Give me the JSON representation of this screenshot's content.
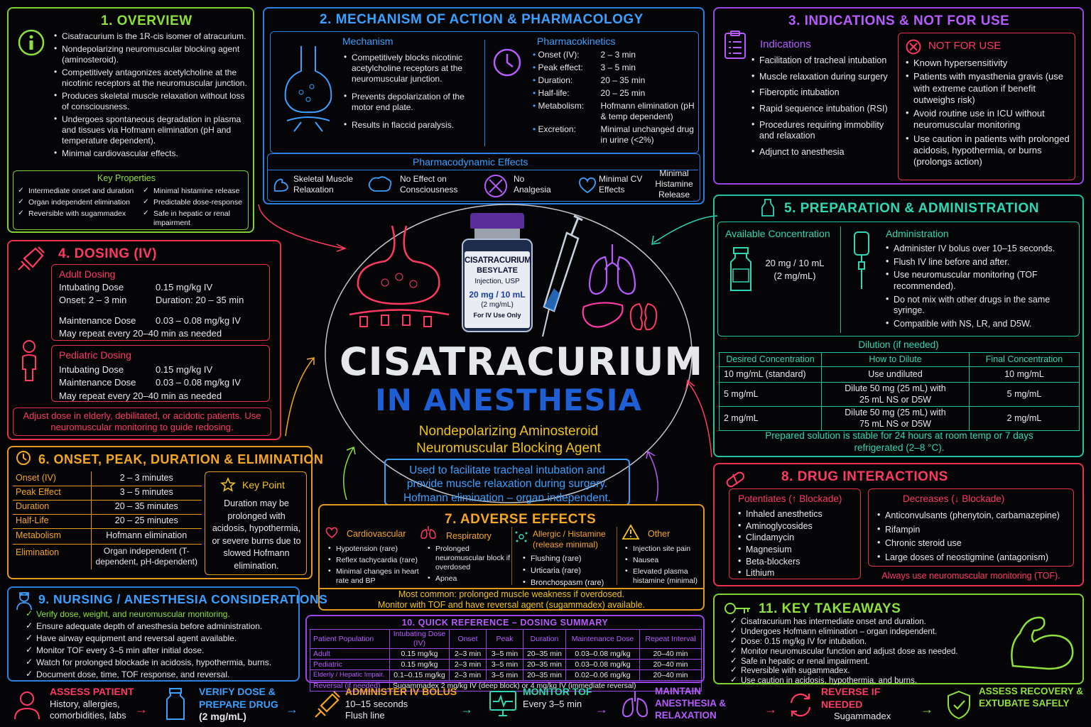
{
  "overview": {
    "title": "1. OVERVIEW",
    "items": [
      "Cisatracurium is the 1R-cis isomer of atracurium.",
      "Nondepolarizing neuromuscular blocking agent (aminosteroid).",
      "Competitively antagonizes acetylcholine at the nicotinic receptors at the neuromuscular junction.",
      "Produces skeletal muscle relaxation without loss of consciousness.",
      "Undergoes spontaneous degradation in plasma and tissues via Hofmann elimination (pH and temperature dependent).",
      "Minimal cardiovascular effects."
    ],
    "key_title": "Key Properties",
    "key_left": [
      "Intermediate onset and duration",
      "Organ independent elimination",
      "Reversible with sugammadex"
    ],
    "key_right": [
      "Minimal histamine release",
      "Predictable dose-response",
      "Safe in hepatic or renal impairment"
    ]
  },
  "mechanism": {
    "title": "2. MECHANISM OF ACTION & PHARMACOLOGY",
    "mech_title": "Mechanism",
    "mech_items": [
      "Competitively blocks nicotinic acetylcholine receptors at the neuromuscular junction.",
      "Prevents depolarization of the motor end plate.",
      "Results in flaccid paralysis."
    ],
    "pk_title": "Pharmacokinetics",
    "pk": [
      {
        "k": "Onset (IV):",
        "v": "2 – 3 min"
      },
      {
        "k": "Peak effect:",
        "v": "3 – 5 min"
      },
      {
        "k": "Duration:",
        "v": "20 – 35 min"
      },
      {
        "k": "Half-life:",
        "v": "20 – 25 min"
      },
      {
        "k": "Metabolism:",
        "v": "Hofmann elimination (pH & temp dependent)"
      },
      {
        "k": "Excretion:",
        "v": "Minimal unchanged drug in urine (<2%)"
      }
    ],
    "pd_title": "Pharmacodynamic Effects",
    "pd": [
      "Skeletal Muscle Relaxation",
      "No Effect on Consciousness",
      "No Analgesia",
      "Minimal CV Effects",
      "Minimal Histamine Release"
    ]
  },
  "indications": {
    "title": "3. INDICATIONS & NOT FOR USE",
    "ind_title": "Indications",
    "ind": [
      "Facilitation of tracheal intubation",
      "Muscle relaxation during surgery",
      "Fiberoptic intubation",
      "Rapid sequence intubation (RSI)",
      "Procedures requiring immobility and relaxation",
      "Adjunct to anesthesia"
    ],
    "nfu_title": "NOT FOR USE",
    "nfu": [
      "Known hypersensitivity",
      "Patients with myasthenia gravis (use with extreme caution if benefit outweighs risk)",
      "Avoid routine use in ICU without neuromuscular monitoring",
      "Use caution in patients with prolonged acidosis, hypothermia, or burns (prolongs action)"
    ]
  },
  "dosing": {
    "title": "4. DOSING (IV)",
    "adult_title": "Adult Dosing",
    "adult": [
      {
        "k": "Intubating Dose",
        "v": "0.15 mg/kg IV"
      },
      {
        "k": "Onset: 2 – 3 min",
        "v": "Duration: 20 – 35 min"
      },
      {
        "k": "Maintenance Dose",
        "v": "0.03 – 0.08 mg/kg IV"
      }
    ],
    "adult_note": "May repeat every 20–40 min as needed",
    "ped_title": "Pediatric Dosing",
    "ped": [
      {
        "k": "Intubating Dose",
        "v": "0.15 mg/kg IV"
      },
      {
        "k": "Maintenance Dose",
        "v": "0.03 – 0.08 mg/kg IV"
      }
    ],
    "ped_note": "May repeat every 20–40 min as needed",
    "warn": "Adjust dose in elderly, debilitated, or acidotic patients. Use neuromuscular monitoring to guide redosing."
  },
  "onset": {
    "title": "6. ONSET, PEAK, DURATION & ELIMINATION",
    "rows": [
      {
        "k": "Onset (IV)",
        "v": "2 – 3 minutes"
      },
      {
        "k": "Peak Effect",
        "v": "3 – 5 minutes"
      },
      {
        "k": "Duration",
        "v": "20 – 35 minutes"
      },
      {
        "k": "Half-Life",
        "v": "20 – 25 minutes"
      },
      {
        "k": "Metabolism",
        "v": "Hofmann elimination"
      },
      {
        "k": "Elimination",
        "v": "Organ independent (T-dependent, pH-dependent)"
      }
    ],
    "kp_title": "Key Point",
    "kp_text": "Duration may be prolonged with acidosis, hypothermia, or severe burns due to slowed Hofmann elimination."
  },
  "center": {
    "vial_name": "CISATRACURIUM",
    "vial_sub": "BESYLATE",
    "vial_inj": "Injection, USP",
    "vial_conc": "20 mg / 10 mL",
    "vial_conc2": "(2 mg/mL)",
    "vial_iv": "For IV Use Only",
    "title1": "CISATRACURIUM",
    "title2": "IN ANESTHESIA",
    "subtitle1": "Nondepolarizing Aminosteroid",
    "subtitle2": "Neuromuscular Blocking Agent",
    "box": "Used to facilitate tracheal intubation and provide muscle relaxation during surgery. Hofmann elimination – organ independent."
  },
  "prep": {
    "title": "5. PREPARATION & ADMINISTRATION",
    "avail_title": "Available Concentration",
    "avail_1": "20 mg / 10 mL",
    "avail_2": "(2 mg/mL)",
    "admin_title": "Administration",
    "admin": [
      "Administer IV bolus over 10–15 seconds.",
      "Flush IV line before and after.",
      "Use neuromuscular monitoring (TOF recommended).",
      "Do not mix with other drugs in the same syringe.",
      "Compatible with NS, LR, and D5W."
    ],
    "dil_title": "Dilution (if needed)",
    "dil_headers": [
      "Desired Concentration",
      "How to Dilute",
      "Final Concentration"
    ],
    "dil_rows": [
      [
        "10 mg/mL (standard)",
        "Use undiluted",
        "10 mg/mL"
      ],
      [
        "5 mg/mL",
        "Dilute 50 mg (25 mL) with 25 mL NS or D5W",
        "5 mg/mL"
      ],
      [
        "2 mg/mL",
        "Dilute 50 mg (25 mL) with 75 mL NS or D5W",
        "2 mg/mL"
      ]
    ],
    "stable": "Prepared solution is stable for 24 hours at room temp or 7 days refrigerated (2–8 °C)."
  },
  "adverse": {
    "title": "7. ADVERSE EFFECTS",
    "cols": [
      {
        "t": "Cardiovascular",
        "items": [
          "Hypotension (rare)",
          "Reflex tachycardia (rare)",
          "Minimal changes in heart rate and BP"
        ]
      },
      {
        "t": "Respiratory",
        "items": [
          "Prolonged neuromuscular block if overdosed",
          "Apnea"
        ]
      },
      {
        "t": "Allergic / Histamine (release minimal)",
        "items": [
          "Flushing (rare)",
          "Urticaria (rare)",
          "Bronchospasm (rare)"
        ]
      },
      {
        "t": "Other",
        "items": [
          "Injection site pain",
          "Nausea",
          "Elevated plasma histamine (minimal)"
        ]
      }
    ],
    "note1": "Most common: prolonged muscle weakness if overdosed.",
    "note2": "Monitor with TOF and have reversal agent (sugammadex) available."
  },
  "interactions": {
    "title": "8. DRUG INTERACTIONS",
    "pot_title": "Potentiates (↑ Blockade)",
    "pot": [
      "Inhaled anesthetics",
      "Aminoglycosides",
      "Clindamycin",
      "Magnesium",
      "Beta-blockers",
      "Lithium"
    ],
    "dec_title": "Decreases (↓ Blockade)",
    "dec": [
      "Anticonvulsants (phenytoin, carbamazepine)",
      "Rifampin",
      "Chronic steroid use",
      "Large doses of neostigmine (antagonism)"
    ],
    "note": "Always use neuromuscular monitoring (TOF)."
  },
  "nursing": {
    "title": "9. NURSING / ANESTHESIA CONSIDERATIONS",
    "items": [
      "Verify dose, weight, and neuromuscular monitoring.",
      "Ensure adequate depth of anesthesia before administration.",
      "Have airway equipment and reversal agent available.",
      "Monitor TOF every 3–5 min after initial dose.",
      "Watch for prolonged blockade in acidosis, hypothermia, burns.",
      "Document dose, time, TOF response, and reversal."
    ]
  },
  "quickref": {
    "title": "10. QUICK REFERENCE – DOSING SUMMARY",
    "headers": [
      "Patient Population",
      "Intubating Dose (IV)",
      "Onset",
      "Peak",
      "Duration",
      "Maintenance Dose",
      "Repeat Interval"
    ],
    "rows": [
      [
        "Adult",
        "0.15 mg/kg",
        "2–3 min",
        "3–5 min",
        "20–35 min",
        "0.03–0.08 mg/kg",
        "20–40 min"
      ],
      [
        "Pediatric",
        "0.15 mg/kg",
        "2–3 min",
        "3–5 min",
        "20–35 min",
        "0.03–0.08 mg/kg",
        "20–40 min"
      ],
      [
        "Elderly / Hepatic Impair.",
        "0.1–0.15 mg/kg",
        "2–3 min",
        "3–5 min",
        "20–35 min",
        "0.02–0.06 mg/kg",
        "20–40 min"
      ]
    ],
    "reversal_label": "Reversal (if needed)",
    "reversal_text": "Sugammadex 2 mg/kg IV (deep block) or 4 mg/kg IV (immediate reversal)"
  },
  "takeaways": {
    "title": "11. KEY TAKEAWAYS",
    "items": [
      "Cisatracurium has intermediate onset and duration.",
      "Undergoes Hofmann elimination – organ independent.",
      "Dose: 0.15 mg/kg IV for intubation.",
      "Monitor neuromuscular function and adjust dose as needed.",
      "Safe in hepatic or renal impairment.",
      "Reversible with sugammadex.",
      "Use caution in acidosis, hypothermia, and burns."
    ]
  },
  "flow": [
    {
      "t": "ASSESS PATIENT",
      "d": "History, allergies, comorbidities, labs"
    },
    {
      "t": "VERIFY DOSE & PREPARE DRUG",
      "d": "(2 mg/mL)"
    },
    {
      "t": "ADMINISTER IV BOLUS",
      "d": "10–15 seconds Flush line"
    },
    {
      "t": "MONITOR TOF",
      "d": "Every 3–5 min"
    },
    {
      "t": "MAINTAIN ANESTHESIA & RELAXATION",
      "d": ""
    },
    {
      "t": "REVERSE IF NEEDED",
      "d": "Sugammadex"
    },
    {
      "t": "ASSESS RECOVERY & EXTUBATE SAFELY",
      "d": ""
    }
  ],
  "colors": {
    "green": "#8ee03a",
    "blue": "#3aa0ff",
    "purple": "#b65cff",
    "red": "#ff3a62",
    "orange": "#f5a623",
    "teal": "#2fd8b4",
    "yellow": "#f1c21b"
  }
}
